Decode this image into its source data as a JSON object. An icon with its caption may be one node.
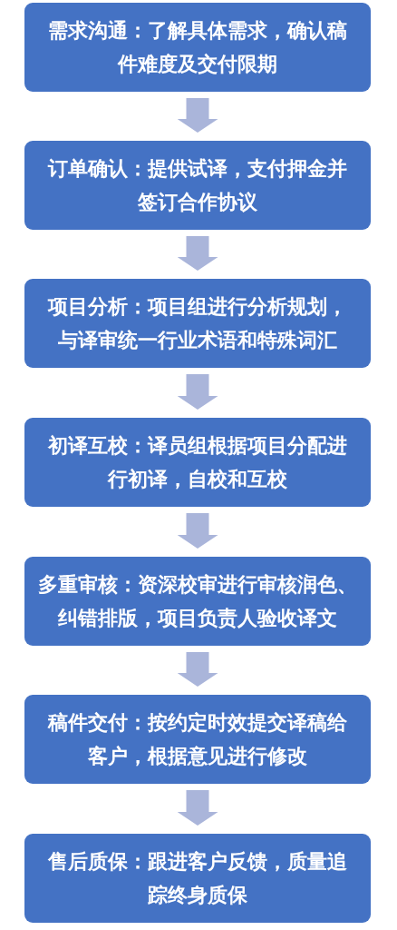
{
  "diagram": {
    "nodes": [
      {
        "text": [
          "需求沟通：了解具体需求，确认稿件难度及交付限期"
        ]
      },
      {
        "text": [
          "订单确认：提供试译，支付押金并签订合作协议"
        ]
      },
      {
        "text": [
          "项目分析：项目组进行分析规划，与译审统一行业术语和特殊词汇"
        ]
      },
      {
        "text": [
          "初译互校：译员组根据项目分配进行初译，自校和互校"
        ]
      },
      {
        "text": [
          "多重审核：资深校审进行审核润色、纠错排版，项目负责人验收译文"
        ]
      },
      {
        "text": [
          "稿件交付：按约定时效提交译稿给客户，根据意见进行修改"
        ]
      },
      {
        "text": [
          "售后质保：跟进客户反馈，质量追踪终身质保"
        ]
      }
    ],
    "edges": [
      {
        "from": 0,
        "to": 1,
        "arrow": "to"
      },
      {
        "from": 1,
        "to": 2,
        "arrow": "to"
      },
      {
        "from": 2,
        "to": 3,
        "arrow": "to"
      },
      {
        "from": 3,
        "to": 4,
        "arrow": "to"
      },
      {
        "from": 4,
        "to": 5,
        "arrow": "to"
      },
      {
        "from": 5,
        "to": 6,
        "arrow": "to"
      }
    ]
  }
}
